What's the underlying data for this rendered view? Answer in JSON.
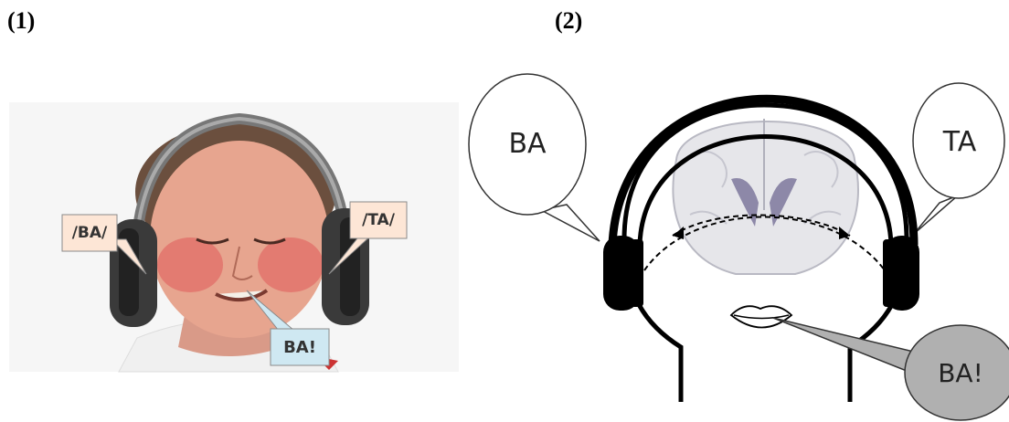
{
  "panels": {
    "left": {
      "label": "(1)"
    },
    "right": {
      "label": "(2)"
    }
  },
  "photo_panel": {
    "left_ear_label": "/BA/",
    "right_ear_label": "/TA/",
    "response_label": "BA!"
  },
  "diagram_panel": {
    "left_bubble": "BA",
    "right_bubble": "TA",
    "response_bubble": "BA!"
  },
  "colors": {
    "ear_label_fill": "#fde6d6",
    "response_label_fill": "#cfe8f2",
    "response_bubble_fill": "#b0b0b0",
    "brain_fill": "#e6e6ea",
    "ventricle_fill": "#8d88a8"
  }
}
